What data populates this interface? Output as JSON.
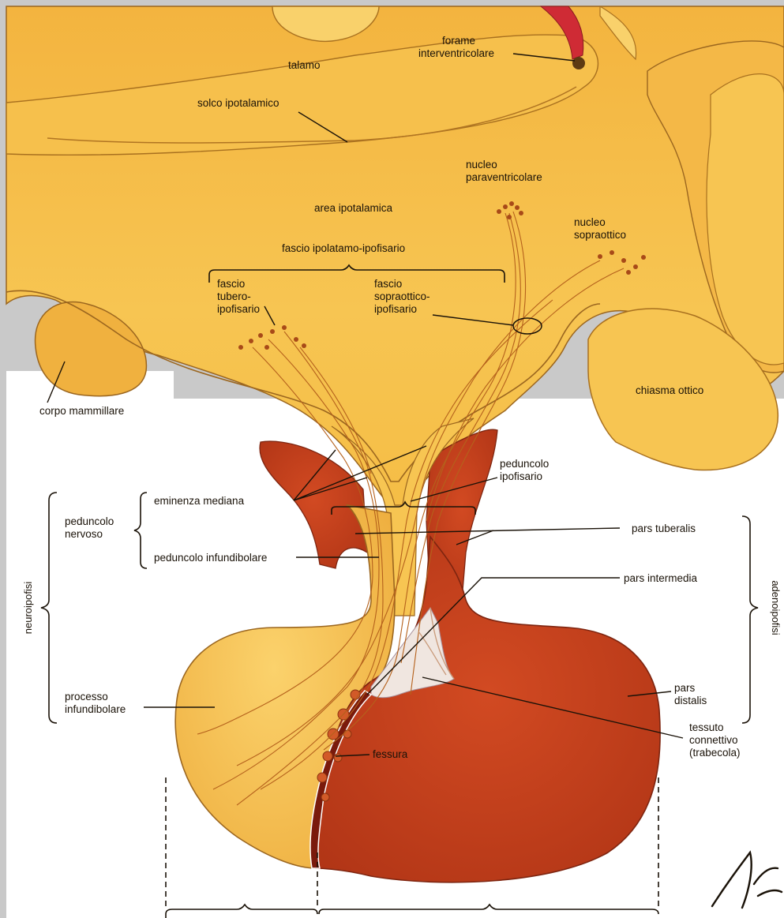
{
  "labels": {
    "talamo": "talamo",
    "forame_1": "forame",
    "forame_2": "interventricolare",
    "solco": "solco ipotalamico",
    "nucleo_pv_1": "nucleo",
    "nucleo_pv_2": "paraventricolare",
    "area": "area ipotalamica",
    "nucleo_so_1": "nucleo",
    "nucleo_so_2": "sopraottico",
    "fascio_ip": "fascio ipolatamo-ipofisario",
    "tubero_1": "fascio",
    "tubero_2": "tubero-",
    "tubero_3": "ipofisario",
    "soprao_1": "fascio",
    "soprao_2": "sopraottico-",
    "soprao_3": "ipofisario",
    "mammillare": "corpo mammillare",
    "chiasma": "chiasma ottico",
    "peduncolo_ipo_1": "peduncolo",
    "peduncolo_ipo_2": "ipofisario",
    "eminenza": "eminenza mediana",
    "ped_nervoso_1": "peduncolo",
    "ped_nervoso_2": "nervoso",
    "ped_infund": "peduncolo infundibolare",
    "pars_tuberalis": "pars tuberalis",
    "pars_intermedia": "pars intermedia",
    "neuroipofisi": "neuroipofisi",
    "adenoipofisi": "adenoipofisi",
    "processo_1": "processo",
    "processo_2": "infundibolare",
    "pars_distalis_1": "pars",
    "pars_distalis_2": "distalis",
    "tessuto_1": "tessuto",
    "tessuto_2": "connettivo",
    "tessuto_3": "(trabecola)",
    "fessura": "fessura"
  },
  "colors": {
    "background": "#c9c9c9",
    "neural_tissue": "#f7c24f",
    "neural_shade": "#eaa93a",
    "adeno_tissue": "#c8431f",
    "adeno_dark": "#a52f14",
    "fibers": "#b5611c",
    "outline": "#8f5a1a"
  }
}
